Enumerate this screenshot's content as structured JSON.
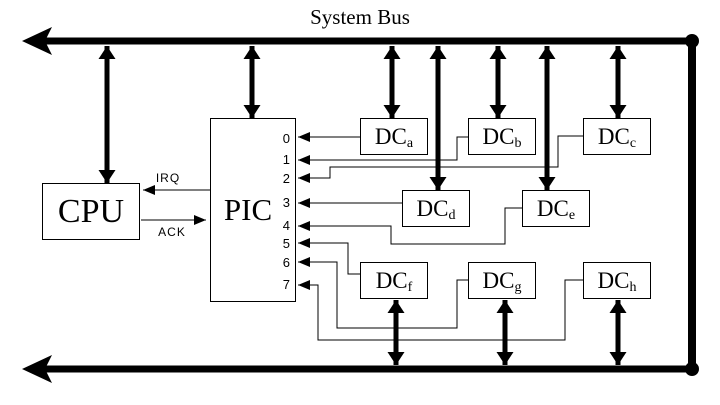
{
  "title": "System Bus",
  "colors": {
    "ink": "#000000",
    "background": "#ffffff"
  },
  "cpu": {
    "label": "CPU"
  },
  "pic": {
    "label": "PIC",
    "pins": [
      "0",
      "1",
      "2",
      "3",
      "4",
      "5",
      "6",
      "7"
    ]
  },
  "signals": {
    "irq": "IRQ",
    "ack": "ACK"
  },
  "devices": [
    {
      "base": "DC",
      "sub": "a"
    },
    {
      "base": "DC",
      "sub": "b"
    },
    {
      "base": "DC",
      "sub": "c"
    },
    {
      "base": "DC",
      "sub": "d"
    },
    {
      "base": "DC",
      "sub": "e"
    },
    {
      "base": "DC",
      "sub": "f"
    },
    {
      "base": "DC",
      "sub": "g"
    },
    {
      "base": "DC",
      "sub": "h"
    }
  ]
}
